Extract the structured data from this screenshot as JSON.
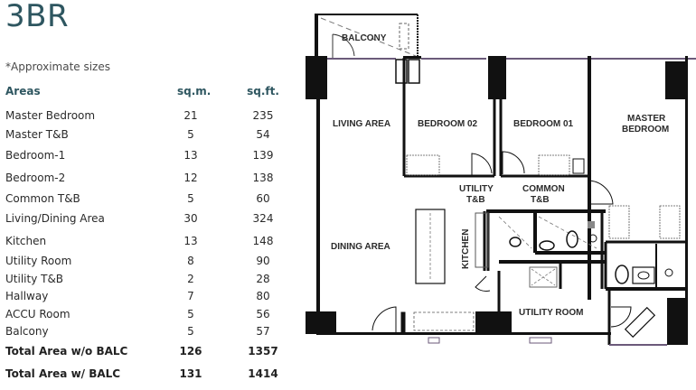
{
  "title": "3BR",
  "note": "*Approximate sizes",
  "table": {
    "headers": {
      "area": "Areas",
      "sqm": "sq.m.",
      "sqft": "sq.ft."
    },
    "rows": [
      {
        "area": "Master Bedroom",
        "sqm": "21",
        "sqft": "235"
      },
      {
        "area": "Master T&B",
        "sqm": "5",
        "sqft": "54"
      },
      {
        "area": "Bedroom-1",
        "sqm": "13",
        "sqft": "139"
      },
      {
        "area": "Bedroom-2",
        "sqm": "12",
        "sqft": "138"
      },
      {
        "area": "Common T&B",
        "sqm": "5",
        "sqft": "60"
      },
      {
        "area": "Living/Dining Area",
        "sqm": "30",
        "sqft": "324"
      },
      {
        "area": "Kitchen",
        "sqm": "13",
        "sqft": "148"
      },
      {
        "area": "Utility Room",
        "sqm": "8",
        "sqft": "90"
      },
      {
        "area": "Utility T&B",
        "sqm": "2",
        "sqft": "28"
      },
      {
        "area": "Hallway",
        "sqm": "7",
        "sqft": "80"
      },
      {
        "area": "ACCU Room",
        "sqm": "5",
        "sqft": "56"
      },
      {
        "area": "Balcony",
        "sqm": "5",
        "sqft": "57"
      }
    ],
    "totals": [
      {
        "area": "Total Area w/o BALC",
        "sqm": "126",
        "sqft": "1357"
      },
      {
        "area": "Total Area w/ BALC",
        "sqm": "131",
        "sqft": "1414"
      }
    ]
  },
  "floorplan": {
    "labels": {
      "balcony": "BALCONY",
      "living": "LIVING AREA",
      "bedroom02": "BEDROOM 02",
      "bedroom01": "BEDROOM 01",
      "master1": "MASTER",
      "master2": "BEDROOM",
      "utility_tb1": "UTILITY",
      "utility_tb2": "T&B",
      "common_tb1": "COMMON",
      "common_tb2": "T&B",
      "kitchen": "KITCHEN",
      "dining": "DINING AREA",
      "utility_room": "UTILITY ROOM"
    }
  },
  "colors": {
    "title": "#2e5660",
    "wall": "#111111",
    "accent_line": "#6b5a7a"
  }
}
